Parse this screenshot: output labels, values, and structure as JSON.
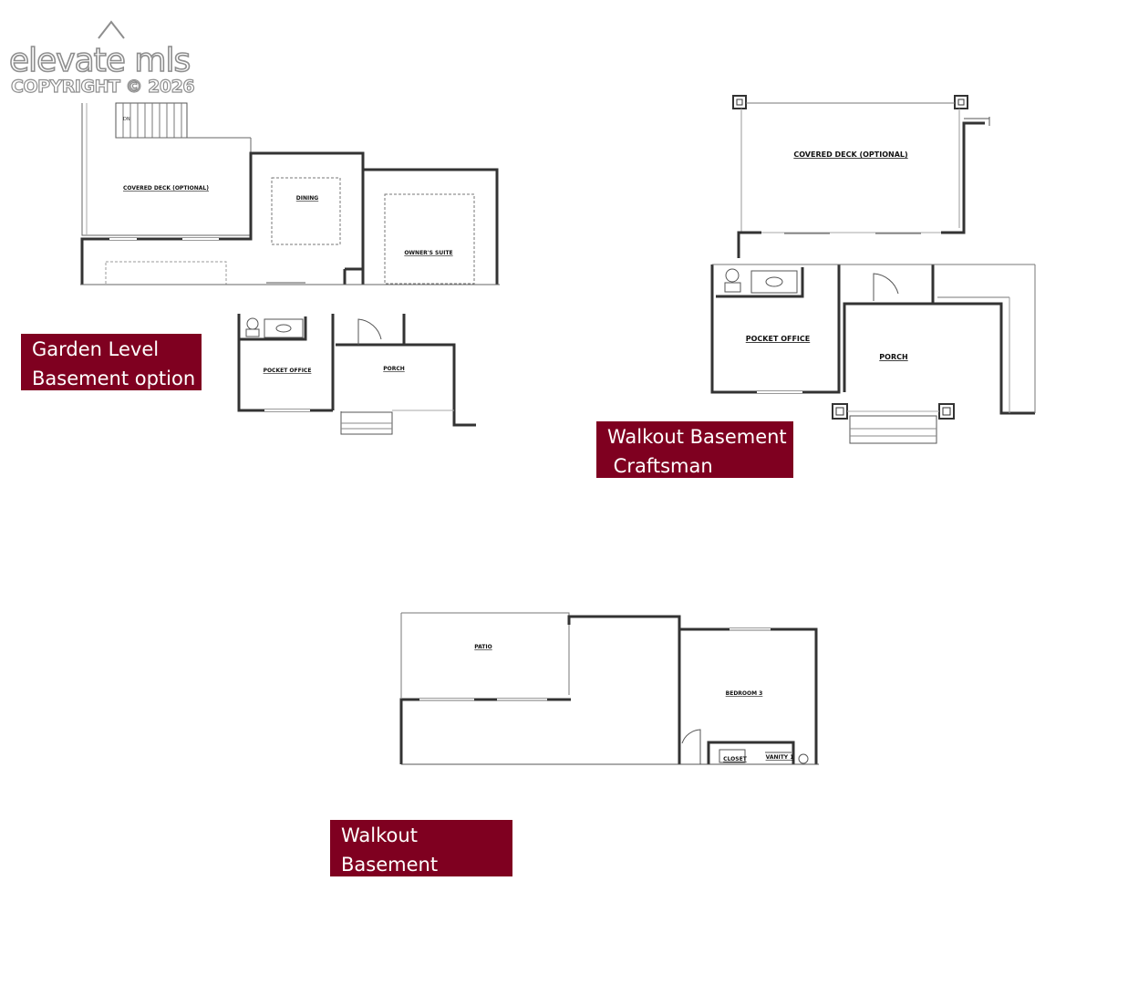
{
  "watermark": {
    "brand": "elevate mls",
    "copyright": "COPYRIGHT © 2026",
    "icon": "roof-peak-icon"
  },
  "labels": {
    "garden": [
      "Garden Level",
      "Basement option"
    ],
    "craftsman": [
      "Walkout Basement",
      " Craftsman"
    ],
    "walkout": [
      "Walkout",
      "Basement"
    ]
  },
  "rooms": {
    "plan1": {
      "covered_deck": "COVERED DECK (OPTIONAL)",
      "dining": "DINING",
      "owners_suite": "OWNER'S SUITE",
      "pocket_office": "POCKET OFFICE",
      "porch": "PORCH",
      "stair_note": "DN"
    },
    "plan2": {
      "covered_deck": "COVERED DECK (OPTIONAL)",
      "pocket_office": "POCKET OFFICE",
      "porch": "PORCH"
    },
    "plan3": {
      "patio": "PATIO",
      "bedroom": "BEDROOM 3",
      "closet": "CLOSET",
      "vanity": "VANITY 1"
    }
  },
  "colors": {
    "label_bg": "#7f0020",
    "label_text": "#ffffff",
    "wall": "#333333",
    "watermark": "#8e8e8e"
  }
}
